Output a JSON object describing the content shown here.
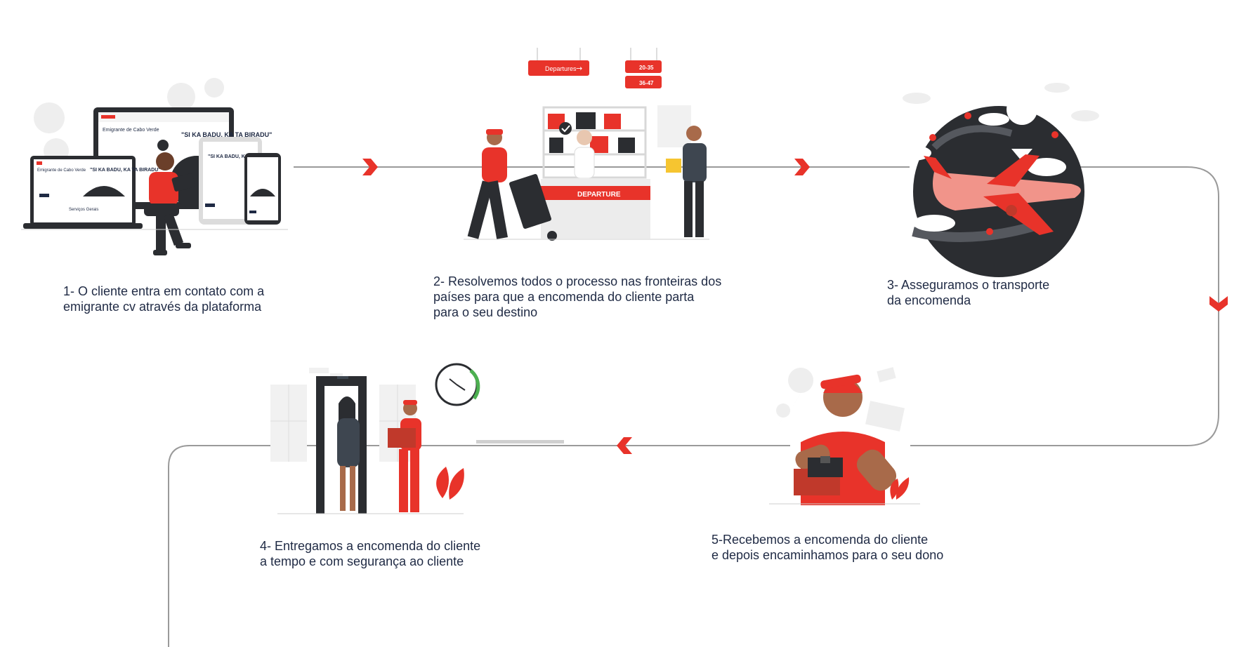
{
  "colors": {
    "accent": "#e8332a",
    "dark": "#2b2d31",
    "line": "#9a9a9a",
    "text": "#1f2a44",
    "skin": "#a86a4a",
    "light": "#e8e8e8"
  },
  "steps": [
    {
      "lines": [
        "1- O cliente entra em contato com a",
        "emigrante cv através da plataforma"
      ]
    },
    {
      "lines": [
        "2- Resolvemos todos o processo nas fronteiras dos",
        "países para que a encomenda do cliente parta",
        "para o seu destino"
      ]
    },
    {
      "lines": [
        "3- Asseguramos o transporte",
        "da encomenda"
      ]
    },
    {
      "lines": [
        "4- Entregamos a encomenda do cliente",
        "a tempo e com segurança ao cliente"
      ]
    },
    {
      "lines": [
        "5-Recebemos a encomenda do cliente",
        "e depois encaminhamos para o seu dono"
      ]
    }
  ],
  "illustrations": {
    "website": {
      "hero_quote": "\"SI KA BADU, KA TA BIRADU\"",
      "tagline": "Emigrante de Cabo Verde",
      "footer": "Serviços Gerais"
    },
    "airport": {
      "sign_departures": "Departures",
      "sign_gates_a": "20-35",
      "sign_gates_b": "36-47",
      "counter_label": "DEPARTURE"
    }
  }
}
